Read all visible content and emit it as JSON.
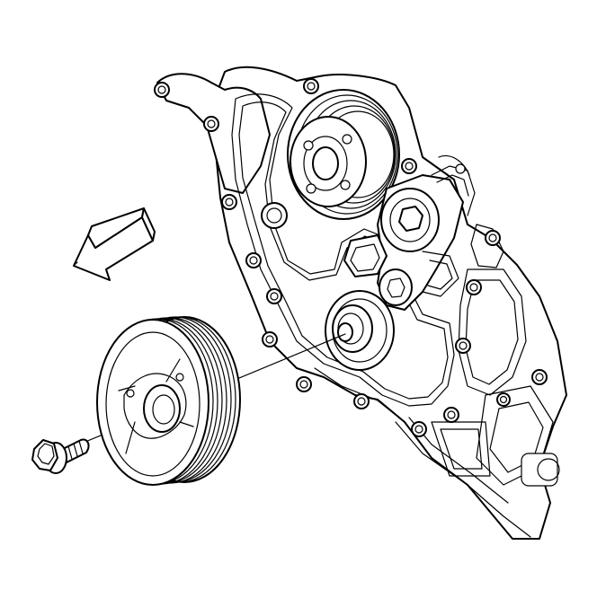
{
  "figure": {
    "stroke_color": "#000000",
    "background_color": "#ffffff",
    "parts": [
      "engine-front-cover",
      "water-pump-pulley",
      "belt-tensioner",
      "crankshaft-nose",
      "crankshaft-balancer",
      "balancer-bolt",
      "removal-direction-arrow"
    ]
  }
}
